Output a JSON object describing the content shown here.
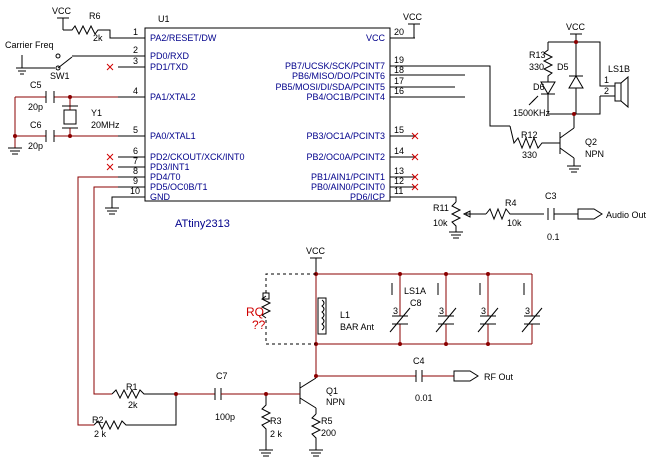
{
  "chip": {
    "ref": "U1",
    "part": "ATtiny2313",
    "left_pins": [
      {
        "num": "1",
        "name": "PA2/RESET/DW"
      },
      {
        "num": "2",
        "name": "PD0/RXD"
      },
      {
        "num": "3",
        "name": "PD1/TXD"
      },
      {
        "num": "4",
        "name": "PA1/XTAL2"
      },
      {
        "num": "5",
        "name": "PA0/XTAL1"
      },
      {
        "num": "6",
        "name": "PD2/CKOUT/XCK/INT0"
      },
      {
        "num": "7",
        "name": "PD3/INT1"
      },
      {
        "num": "8",
        "name": "PD4/T0"
      },
      {
        "num": "9",
        "name": "PD5/OC0B/T1"
      },
      {
        "num": "10",
        "name": "GND"
      }
    ],
    "right_pins": [
      {
        "num": "20",
        "name": "VCC"
      },
      {
        "num": "19",
        "name": "PB7/UCSK/SCK/PCINT7"
      },
      {
        "num": "18",
        "name": "PB6/MISO/DO/PCINT6"
      },
      {
        "num": "17",
        "name": "PB5/MOSI/DI/SDA/PCINT5"
      },
      {
        "num": "16",
        "name": "PB4/OC1B/PCINT4"
      },
      {
        "num": "15",
        "name": "PB3/OC1A/PCINT3"
      },
      {
        "num": "14",
        "name": "PB2/OC0A/PCINT2"
      },
      {
        "num": "13",
        "name": "PB1/AIN1/PCINT1"
      },
      {
        "num": "12",
        "name": "PB0/AIN0/PCINT0"
      },
      {
        "num": "11",
        "name": "PD6/ICP"
      }
    ]
  },
  "supply": {
    "vcc": "VCC"
  },
  "components": {
    "r6": {
      "ref": "R6",
      "value": "2k"
    },
    "sw1": {
      "ref": "SW1",
      "label": "Carrier Freq"
    },
    "c5": {
      "ref": "C5",
      "value": "20p"
    },
    "c6": {
      "ref": "C6",
      "value": "20p"
    },
    "y1": {
      "ref": "Y1",
      "value": "20MHz"
    },
    "r13": {
      "ref": "R13",
      "value": "330"
    },
    "d5": {
      "ref": "D5"
    },
    "d6": {
      "ref": "D6",
      "value": "1500KHz"
    },
    "ls1b": {
      "ref": "LS1B",
      "pin1": "1",
      "pin2": "2"
    },
    "r12": {
      "ref": "R12",
      "value": "330"
    },
    "q2": {
      "ref": "Q2",
      "type": "NPN"
    },
    "r11": {
      "ref": "R11",
      "value": "10k"
    },
    "r4": {
      "ref": "R4",
      "value": "10k"
    },
    "c3": {
      "ref": "C3",
      "value": "0.1"
    },
    "audio_out": {
      "label": "Audio Out"
    },
    "rq": {
      "ref": "RQ",
      "value": "??"
    },
    "l1": {
      "ref": "L1",
      "value": "BAR Ant"
    },
    "ls1a": {
      "ref": "LS1A"
    },
    "c8": {
      "ref": "C8",
      "trim_label": "3"
    },
    "c4": {
      "ref": "C4",
      "value": "0.01"
    },
    "rf_out": {
      "label": "RF Out"
    },
    "r1": {
      "ref": "R1",
      "value": "2k"
    },
    "r2": {
      "ref": "R2",
      "value": "2 k"
    },
    "c7": {
      "ref": "C7",
      "value": "100p"
    },
    "r3": {
      "ref": "R3",
      "value": "2 k"
    },
    "q1": {
      "ref": "Q1",
      "type": "NPN"
    },
    "r5": {
      "ref": "R5",
      "value": "200"
    }
  },
  "colors": {
    "wire": "#8b0000",
    "label": "#00008b",
    "noconnect": "#d00000",
    "body": "#000000"
  }
}
